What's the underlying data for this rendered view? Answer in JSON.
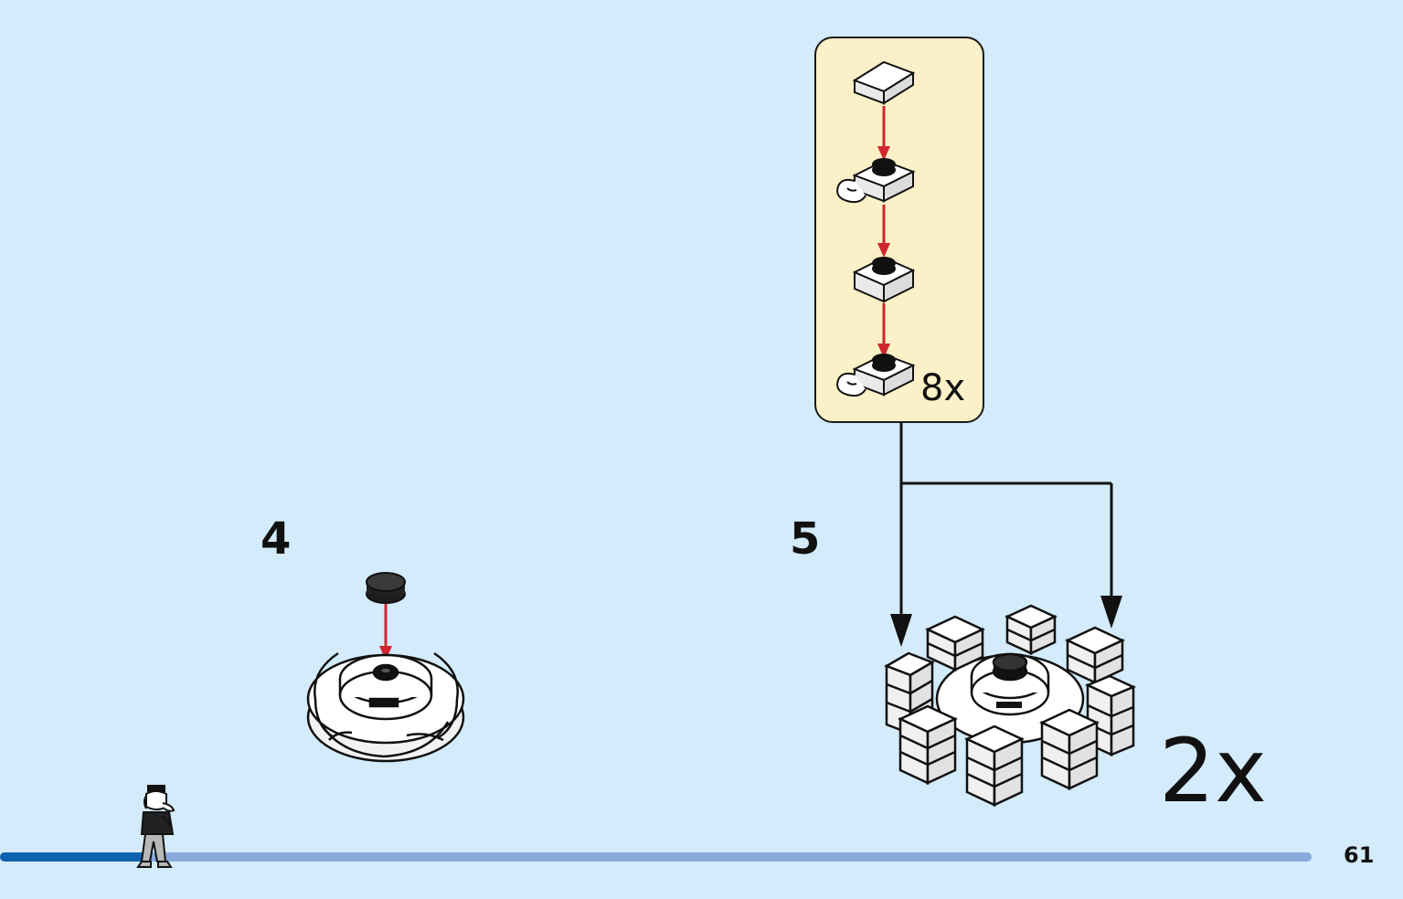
{
  "page": {
    "number": "61",
    "background_color": "#d3ebfa",
    "progress_fraction": 0.11,
    "progress_color": "#0e63b0",
    "progress_track_color": "#88aadb"
  },
  "step4": {
    "number": "4"
  },
  "step5": {
    "number": "5",
    "subassembly": {
      "quantity": "8x",
      "background_color": "#fbf0c7"
    },
    "quantity": "2x"
  },
  "icons": {
    "progress_figure": "walking-minifigure-icon",
    "arrow_color": "#d0262e"
  }
}
